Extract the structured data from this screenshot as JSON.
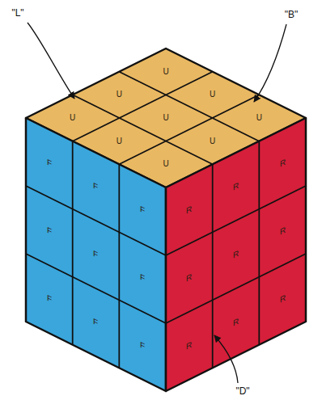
{
  "diagram": {
    "labels": [
      "\"L\"",
      "\"B\"",
      "U",
      "U",
      "U",
      "U",
      "U",
      "U",
      "U",
      "U",
      "U",
      "F",
      "F",
      "F",
      "F",
      "F",
      "F",
      "F",
      "F",
      "F",
      "R",
      "R",
      "R",
      "R",
      "R",
      "R",
      "R",
      "R",
      "R",
      "\"D\""
    ]
  }
}
